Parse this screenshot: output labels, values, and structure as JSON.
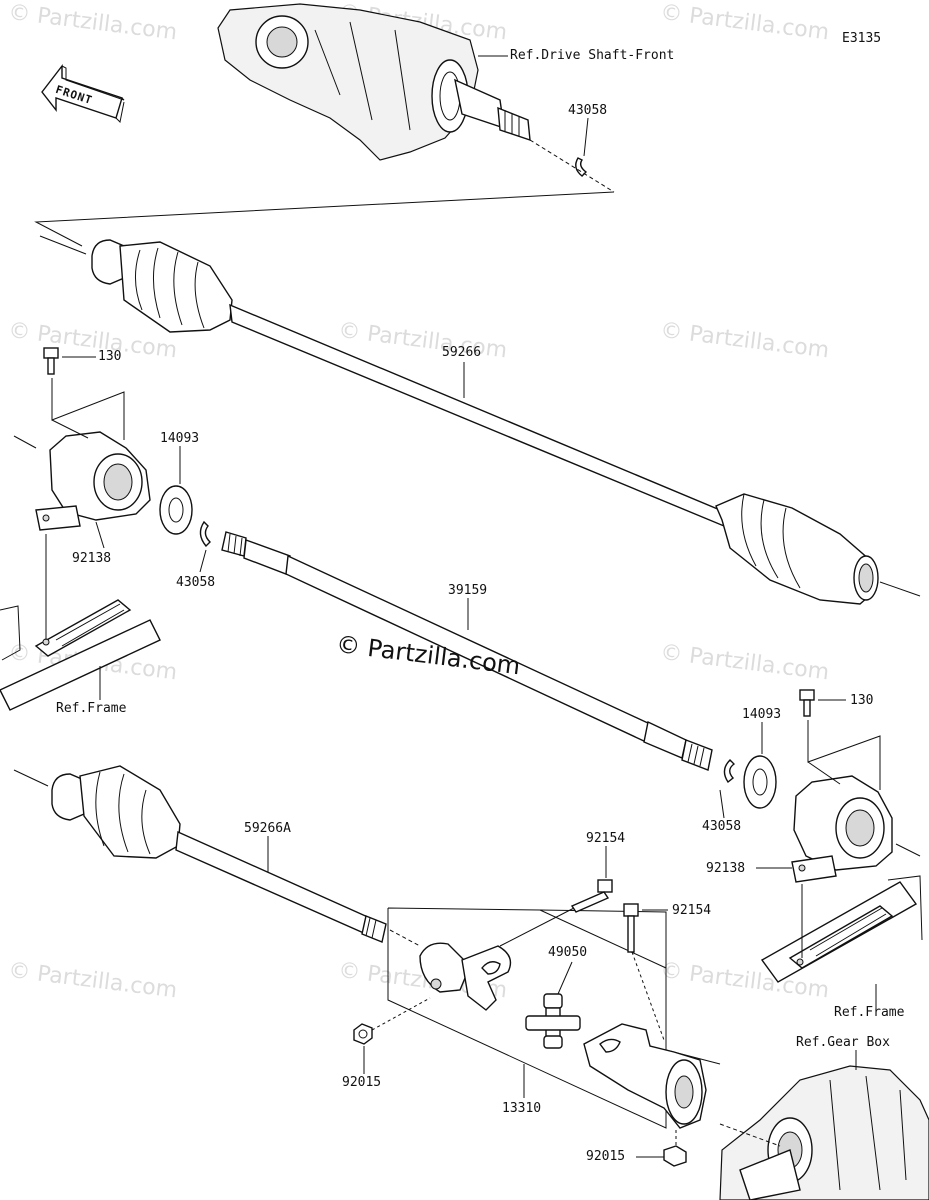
{
  "diagram_code": "E3135",
  "front_label": "FRONT",
  "references": {
    "drive_shaft_front": "Ref.Drive Shaft-Front",
    "frame_left": "Ref.Frame",
    "frame_right": "Ref.Frame",
    "gear_box": "Ref.Gear Box"
  },
  "watermark": {
    "small": "© Partzilla.com",
    "main": "© Partzilla.com"
  },
  "parts": [
    {
      "id": "p43058_top",
      "number": "43058"
    },
    {
      "id": "p59266",
      "number": "59266"
    },
    {
      "id": "p130_left",
      "number": "130"
    },
    {
      "id": "p14093_left",
      "number": "14093"
    },
    {
      "id": "p92138_left",
      "number": "92138"
    },
    {
      "id": "p43058_left",
      "number": "43058"
    },
    {
      "id": "p39159",
      "number": "39159"
    },
    {
      "id": "p14093_right",
      "number": "14093"
    },
    {
      "id": "p130_right",
      "number": "130"
    },
    {
      "id": "p43058_right",
      "number": "43058"
    },
    {
      "id": "p92138_right",
      "number": "92138"
    },
    {
      "id": "p59266A",
      "number": "59266A"
    },
    {
      "id": "p92154_a",
      "number": "92154"
    },
    {
      "id": "p92154_b",
      "number": "92154"
    },
    {
      "id": "p49050",
      "number": "49050"
    },
    {
      "id": "p92015_left",
      "number": "92015"
    },
    {
      "id": "p13310",
      "number": "13310"
    },
    {
      "id": "p92015_bottom",
      "number": "92015"
    }
  ]
}
